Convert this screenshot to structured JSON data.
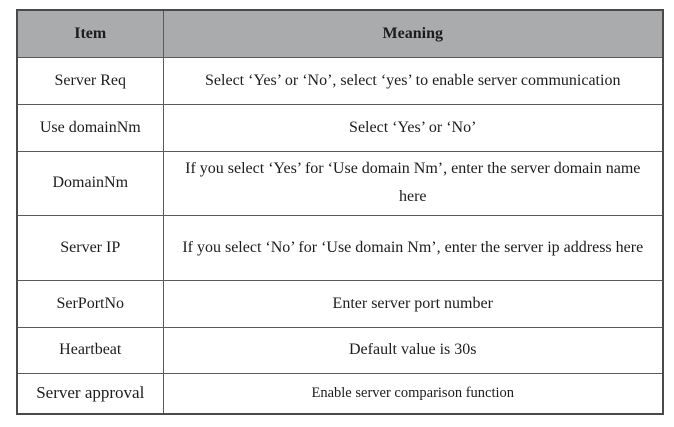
{
  "table": {
    "colors": {
      "header_bg": "#a9abad",
      "border": "#5a5a5a",
      "text": "#1c1c1c"
    },
    "columns": {
      "item": "Item",
      "meaning": "Meaning"
    },
    "rows": [
      {
        "item": "Server Req",
        "meaning": "Select ‘Yes’ or ‘No’, select ‘yes’ to enable server communication"
      },
      {
        "item": "Use domainNm",
        "meaning": "Select ‘Yes’ or ‘No’"
      },
      {
        "item": "DomainNm",
        "meaning": "If you select ‘Yes’ for ‘Use domain Nm’, enter the server domain name here"
      },
      {
        "item": "Server IP",
        "meaning": "If you select ‘No’ for ‘Use domain Nm’, enter the server ip address here"
      },
      {
        "item": "SerPortNo",
        "meaning": "Enter server port number"
      },
      {
        "item": "Heartbeat",
        "meaning": "Default value is 30s"
      },
      {
        "item": "Server approval",
        "meaning": "Enable server comparison function"
      }
    ]
  }
}
